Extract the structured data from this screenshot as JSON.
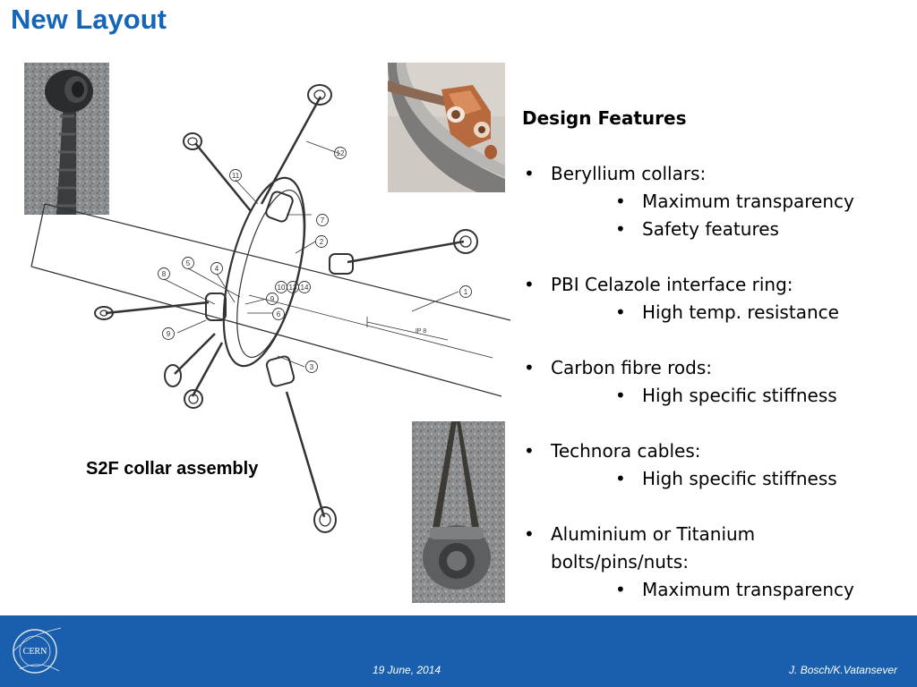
{
  "slide": {
    "title": "New Layout"
  },
  "figure": {
    "caption": "S2F collar assembly",
    "labels": [
      "1",
      "2",
      "3",
      "4",
      "5",
      "6",
      "7",
      "8",
      "9",
      "9",
      "10",
      "11",
      "12",
      "13",
      "14"
    ],
    "ip_label": "IP 8"
  },
  "features": {
    "heading": "Design Features",
    "groups": [
      {
        "title": "Beryllium collars:",
        "items": [
          "Maximum transparency",
          "Safety features"
        ]
      },
      {
        "title": "PBI Celazole interface ring:",
        "items": [
          "High temp. resistance"
        ]
      },
      {
        "title": "Carbon fibre rods:",
        "items": [
          "High specific stiffness"
        ]
      },
      {
        "title": "Technora cables:",
        "items": [
          "High specific stiffness"
        ]
      },
      {
        "title": "Aluminium or Titanium bolts/pins/nuts:",
        "items": [
          "Maximum transparency"
        ]
      }
    ]
  },
  "footer": {
    "date": "19 June, 2014",
    "authors": "J. Bosch/K.Vatansever",
    "logo_text": "CERN"
  },
  "colors": {
    "title": "#1565b8",
    "footer_bg": "#1a5fad"
  }
}
